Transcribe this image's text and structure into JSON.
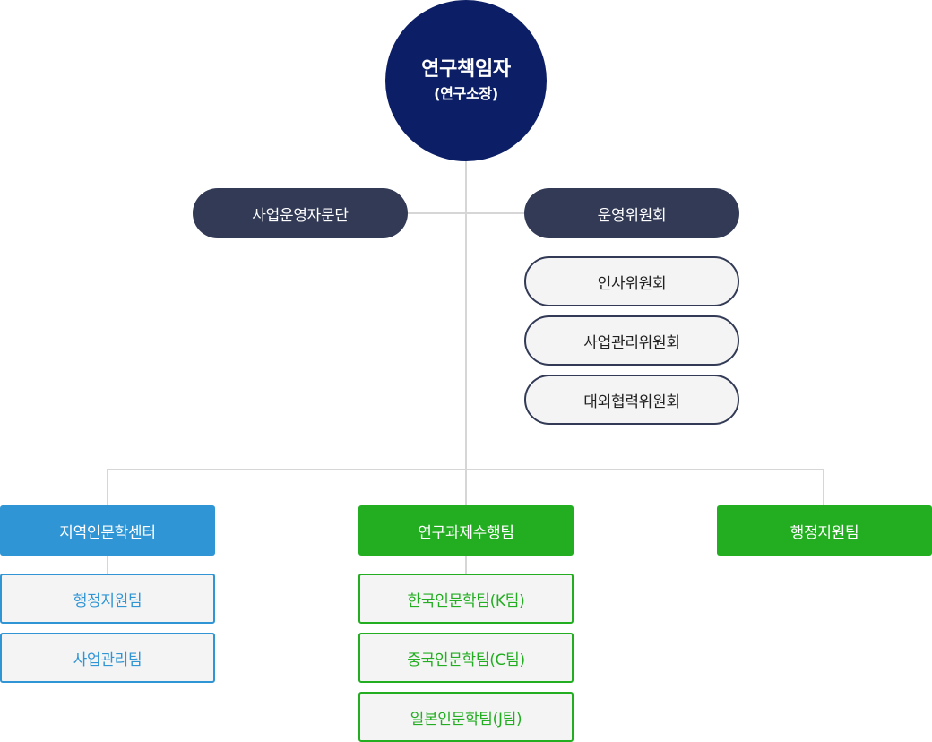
{
  "root": {
    "title": "연구책임자",
    "subtitle": "(연구소장)"
  },
  "branches": {
    "left": "사업운영자문단",
    "right": "운영위원회"
  },
  "committees": [
    "인사위원회",
    "사업관리위원회",
    "대외협력위원회"
  ],
  "departments": [
    {
      "name": "지역인문학센터",
      "teams": [
        "행정지원팀",
        "사업관리팀"
      ]
    },
    {
      "name": "연구과제수행팀",
      "teams": [
        "한국인문학팀(K팀)",
        "중국인문학팀(C팀)",
        "일본인문학팀(J팀)"
      ]
    },
    {
      "name": "행정지원팀",
      "teams": []
    }
  ],
  "colors": {
    "root": "#0c1f66",
    "dark_pill": "#323a56",
    "blue": "#2f95d4",
    "green": "#23ae22",
    "connector": "#d6d6d6"
  }
}
